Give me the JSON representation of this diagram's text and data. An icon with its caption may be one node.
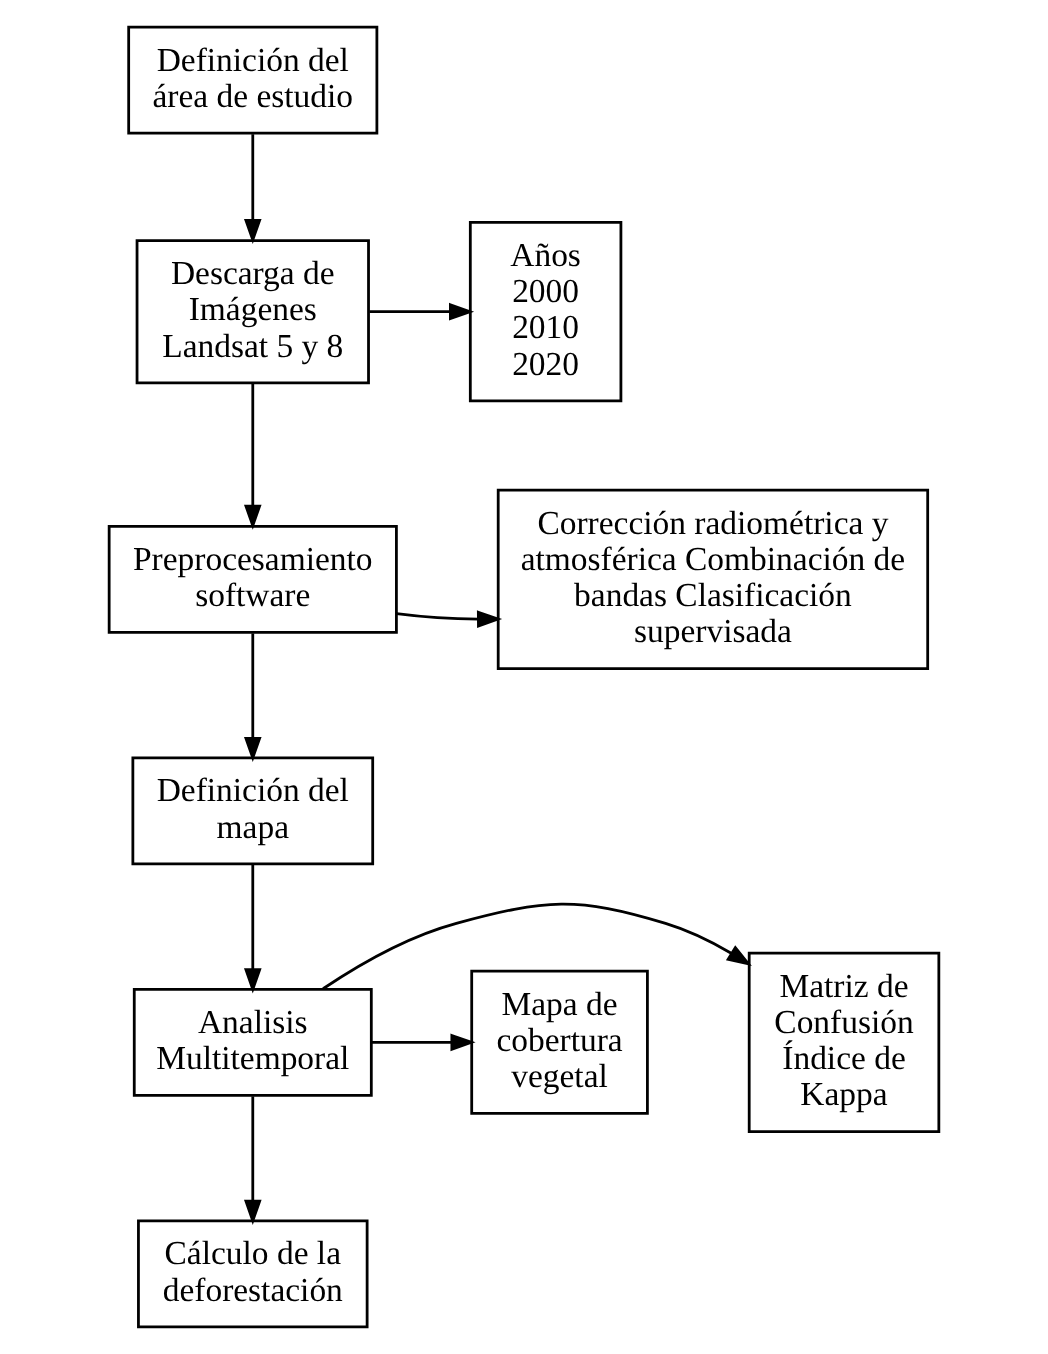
{
  "diagram": {
    "nodes": [
      {
        "text": [
          "Definición del área de estudio"
        ]
      },
      {
        "text": [
          "Descarga de Imágenes Landsat 5 y 8"
        ]
      },
      {
        "text": [
          "Años 2000 2010 2020"
        ]
      },
      {
        "text": [
          "Corrección radiométrica y atmosférica Combinación de bandas Clasificación supervisada"
        ]
      },
      {
        "text": [
          "Preprocesamiento software"
        ]
      },
      {
        "text": [
          "Definición del mapa"
        ]
      },
      {
        "text": [
          "Matriz de Confusión Índice de Kappa"
        ]
      },
      {
        "text": [
          "Analisis Multitemporal"
        ]
      },
      {
        "text": [
          "Mapa de cobertura vegetal"
        ]
      },
      {
        "text": [
          "Cálculo de la deforestación"
        ]
      }
    ],
    "edges": [
      {
        "from": 0,
        "to": 1,
        "arrow": "to"
      },
      {
        "from": 1,
        "to": 2,
        "arrow": "to"
      },
      {
        "from": 1,
        "to": 4,
        "arrow": "to"
      },
      {
        "from": 4,
        "to": 3,
        "arrow": "to"
      },
      {
        "from": 4,
        "to": 5,
        "arrow": "to"
      },
      {
        "from": 5,
        "to": 7,
        "arrow": "to"
      },
      {
        "from": 7,
        "to": 6,
        "arrow": "to"
      },
      {
        "from": 7,
        "to": 8,
        "arrow": "to"
      },
      {
        "from": 7,
        "to": 9,
        "arrow": "to"
      }
    ]
  }
}
